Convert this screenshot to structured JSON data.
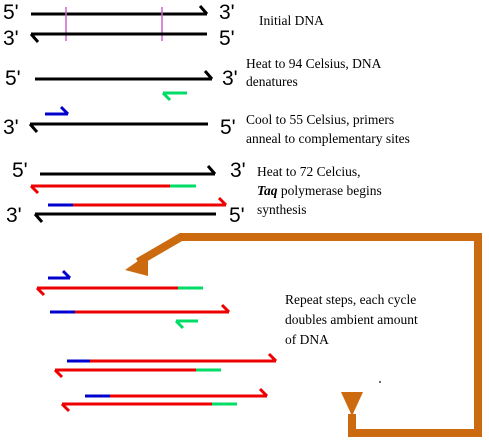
{
  "colors": {
    "strand": "#000000",
    "new_strand": "#ee0000",
    "primer_forward": "#0000cc",
    "primer_reverse": "#00dd66",
    "marker": "#cc66cc",
    "cycle_arrow": "#cc6a10",
    "background": "#ffffff"
  },
  "end_labels": {
    "five_prime": "5'",
    "three_prime": "3'"
  },
  "steps": [
    {
      "id": "initial",
      "lines": [
        "Initial DNA"
      ]
    },
    {
      "id": "denature",
      "lines": [
        "Heat to 94 Celsius, DNA",
        "denatures"
      ]
    },
    {
      "id": "anneal",
      "lines": [
        "Cool to 55 Celsius, primers",
        "anneal to complementary sites"
      ]
    },
    {
      "id": "extend",
      "lines_parts": [
        [
          "Heat to 72 Celcius,"
        ],
        [
          "Taq",
          " polymerase begins"
        ],
        [
          "synthesis"
        ]
      ]
    }
  ],
  "repeat_note": {
    "lines": [
      "Repeat steps, each cycle",
      "doubles ambient amount",
      "of DNA"
    ]
  },
  "icons": {
    "cycle_arrow": "loop-arrow-icon",
    "strand_arrow": "half-arrowhead-icon"
  }
}
